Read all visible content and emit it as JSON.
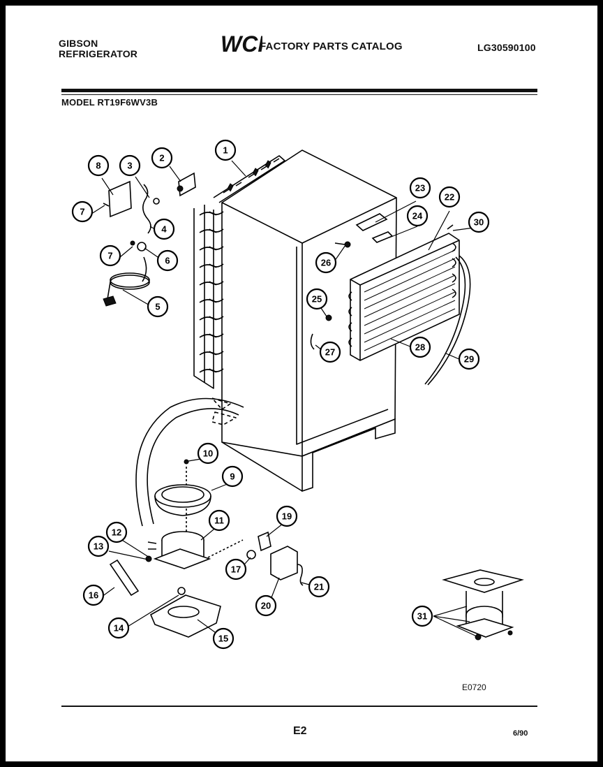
{
  "header": {
    "brand_line1": "GIBSON",
    "brand_line2": "REFRIGERATOR",
    "logo_text": "WCI",
    "catalog_title": "FACTORY PARTS CATALOG",
    "catalog_code": "LG30590100",
    "model": "MODEL RT19F6WV3B"
  },
  "diagram": {
    "callouts": [
      {
        "id": "1"
      },
      {
        "id": "2"
      },
      {
        "id": "3"
      },
      {
        "id": "4"
      },
      {
        "id": "5"
      },
      {
        "id": "6"
      },
      {
        "id": "7"
      },
      {
        "id": "7"
      },
      {
        "id": "8"
      },
      {
        "id": "9"
      },
      {
        "id": "10"
      },
      {
        "id": "11"
      },
      {
        "id": "12"
      },
      {
        "id": "13"
      },
      {
        "id": "14"
      },
      {
        "id": "15"
      },
      {
        "id": "16"
      },
      {
        "id": "17"
      },
      {
        "id": "19"
      },
      {
        "id": "20"
      },
      {
        "id": "21"
      },
      {
        "id": "22"
      },
      {
        "id": "23"
      },
      {
        "id": "24"
      },
      {
        "id": "25"
      },
      {
        "id": "26"
      },
      {
        "id": "27"
      },
      {
        "id": "28"
      },
      {
        "id": "29"
      },
      {
        "id": "30"
      },
      {
        "id": "31"
      }
    ],
    "illustration_code": "E0720"
  },
  "footer": {
    "page": "E2",
    "date": "6/90"
  }
}
